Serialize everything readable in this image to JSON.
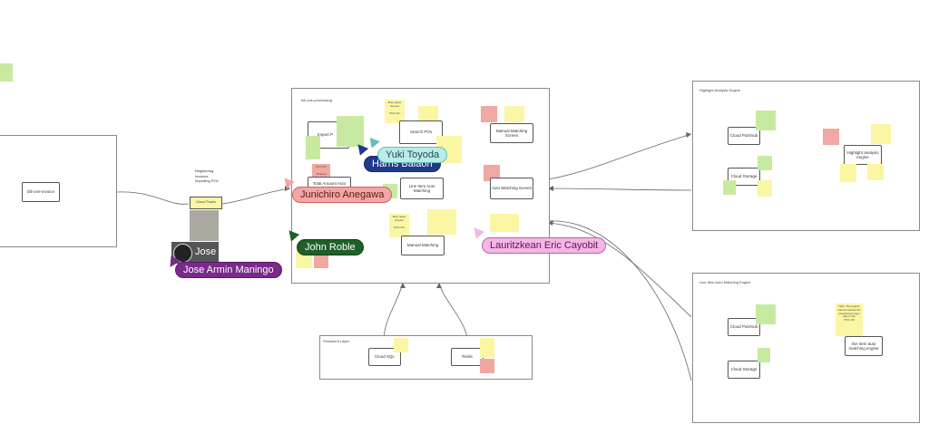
{
  "frames": {
    "bill_one_purchasing": "bill-one-purchasing",
    "highlight_engine": "Highlight Analysis Engine",
    "line_item_engine": "Line Item Auto Matching Engine",
    "persistent_layer": "Persistent Layer"
  },
  "boxes": {
    "bill_one_invoice": "bill-one-invoice",
    "cloud_tasks": "Cloud Tasks",
    "import_pos": "Import P",
    "search_pos": "Search POs",
    "manual_matching_screen": "Manual Matching Screen",
    "total_amount_auto": "Total Amount Auto",
    "line_item_auto_matching": "Line Item Auto Matching",
    "auto_matching_screen": "Auto Matching Screen",
    "manual_matching": "Manual Matching",
    "cloud_sql": "Cloud SQL",
    "redis": "Redis",
    "hl_cloud_pubsub": "Cloud Pub/Sub",
    "hl_cloud_storage": "Cloud Storage",
    "hl_engine": "Highlight analysis engine",
    "li_cloud_pubsub": "Cloud Pub/Sub",
    "li_cloud_storage": "Cloud Storage",
    "li_engine": "line item auto matching engine"
  },
  "labels": {
    "registering": "Registering invoices Importing POs"
  },
  "stickies": {
    "may_cause_timeout_1": "May cause timeout",
    "poc_1": "POC 2/1",
    "may_cause_timeout_2": "May cause timeout",
    "poc_2": "POC 2/1",
    "timeout": "Timeout",
    "poc_3": "POC 2/1",
    "note_block": "Note: The engine cannot operate the processing longer than 5 min",
    "poc_4": "POC 2/6"
  },
  "cursors": {
    "yuki": "Yuki Toyoda",
    "harris": "Harris Balaon",
    "junichiro": "Junichiro Anegawa",
    "john": "John Roble",
    "lauritzkean": "Lauritzkean Eric Cayobit",
    "jose_short": "Jose",
    "jose_full": "Jose Armin Maningo"
  },
  "colors": {
    "sticky_yellow": "#fbf6a3",
    "sticky_green": "#c7eaa0",
    "sticky_red": "#f1a7a2",
    "yuki": "#b9ece9",
    "harris": "#1f3a8a",
    "junichiro": "#f3a6a6",
    "john": "#1f5f2a",
    "lauritzkean": "#f3b6e6",
    "jose": "#7a2a8a"
  }
}
